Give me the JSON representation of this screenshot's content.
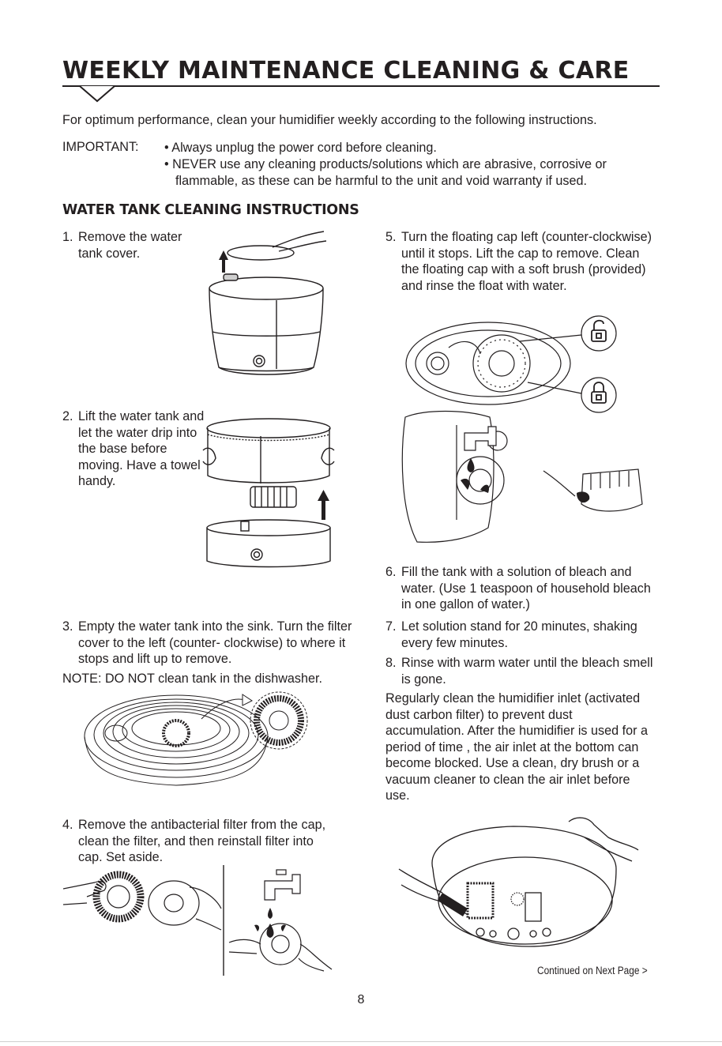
{
  "title": "WEEKLY MAINTENANCE CLEANING & CARE",
  "intro": "For optimum performance, clean your humidifier weekly according to the following instructions.",
  "important": {
    "label": "IMPORTANT:",
    "items": [
      "• Always unplug the power cord before cleaning.",
      "• NEVER use any cleaning products/solutions which are abrasive, corrosive or flammable, as these can be harmful to the unit and void warranty if used."
    ]
  },
  "section_heading": "WATER TANK CLEANING INSTRUCTIONS",
  "steps": [
    {
      "num": "1.",
      "text": "Remove the water tank cover."
    },
    {
      "num": "2.",
      "text": "Lift the water tank and let the water drip into the base before moving. Have a towel handy."
    },
    {
      "num": "3.",
      "text": "Empty the water tank into the sink. Turn the filter cover to the left (counter- clockwise) to where it stops and lift up to remove."
    },
    {
      "num": "4.",
      "text": "Remove the antibacterial filter from the cap, clean the filter, and then reinstall filter into cap. Set aside."
    },
    {
      "num": "5.",
      "text": "Turn the floating cap left (counter-clockwise) until it stops. Lift the cap to remove. Clean the floating cap with a soft brush (provided) and rinse the float with water."
    },
    {
      "num": "6.",
      "text": "Fill the tank with a solution of bleach and water. (Use 1 teaspoon of household bleach in one gallon of water.)"
    },
    {
      "num": "7.",
      "text": "Let solution stand for 20 minutes, shaking every few minutes."
    },
    {
      "num": "8.",
      "text": "Rinse with warm water until the bleach smell is gone."
    }
  ],
  "note": "NOTE: DO NOT clean tank in the dishwasher.",
  "inlet_paragraph": "Regularly clean the humidifier inlet (activated dust carbon filter) to prevent dust accumulation. After the humidifier is used for a period of time , the air inlet at the bottom can become blocked. Use a clean, dry brush or a vacuum cleaner to clean the air inlet before use.",
  "continued": "Continued on Next Page >",
  "page_number": "8",
  "icons": [
    "unlock-icon",
    "lock-icon",
    "up-arrow-icon",
    "faucet-icon",
    "water-drop-icon"
  ],
  "colors": {
    "ink": "#231f20",
    "paper": "#ffffff"
  }
}
